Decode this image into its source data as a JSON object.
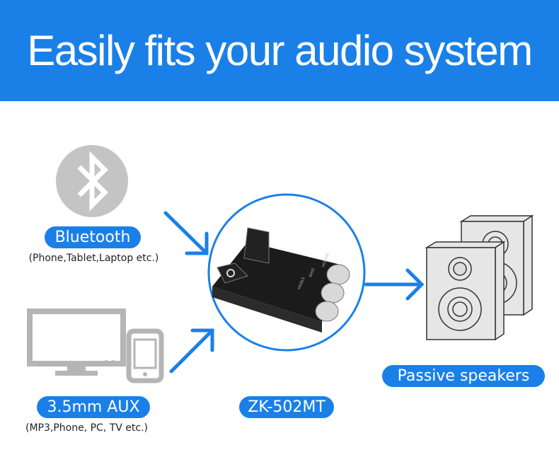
{
  "header": {
    "title": "Easily fits your audio system"
  },
  "sources": [
    {
      "label": "Bluetooth",
      "caption": "(Phone,Tablet,Laptop etc.)",
      "icon": "bluetooth-icon"
    },
    {
      "label": "3.5mm AUX",
      "caption": "(MP3,Phone, PC, TV etc.)",
      "icon": "monitor-phone-icon"
    }
  ],
  "device": {
    "label": "ZK-502MT",
    "board_labels": [
      "TREBLE",
      "BASS",
      "VOLUME"
    ]
  },
  "output": {
    "label": "Passive speakers",
    "icon": "speakers-icon"
  },
  "colors": {
    "accent": "#1a80e8",
    "icon_gray": "#c4c4c4"
  }
}
